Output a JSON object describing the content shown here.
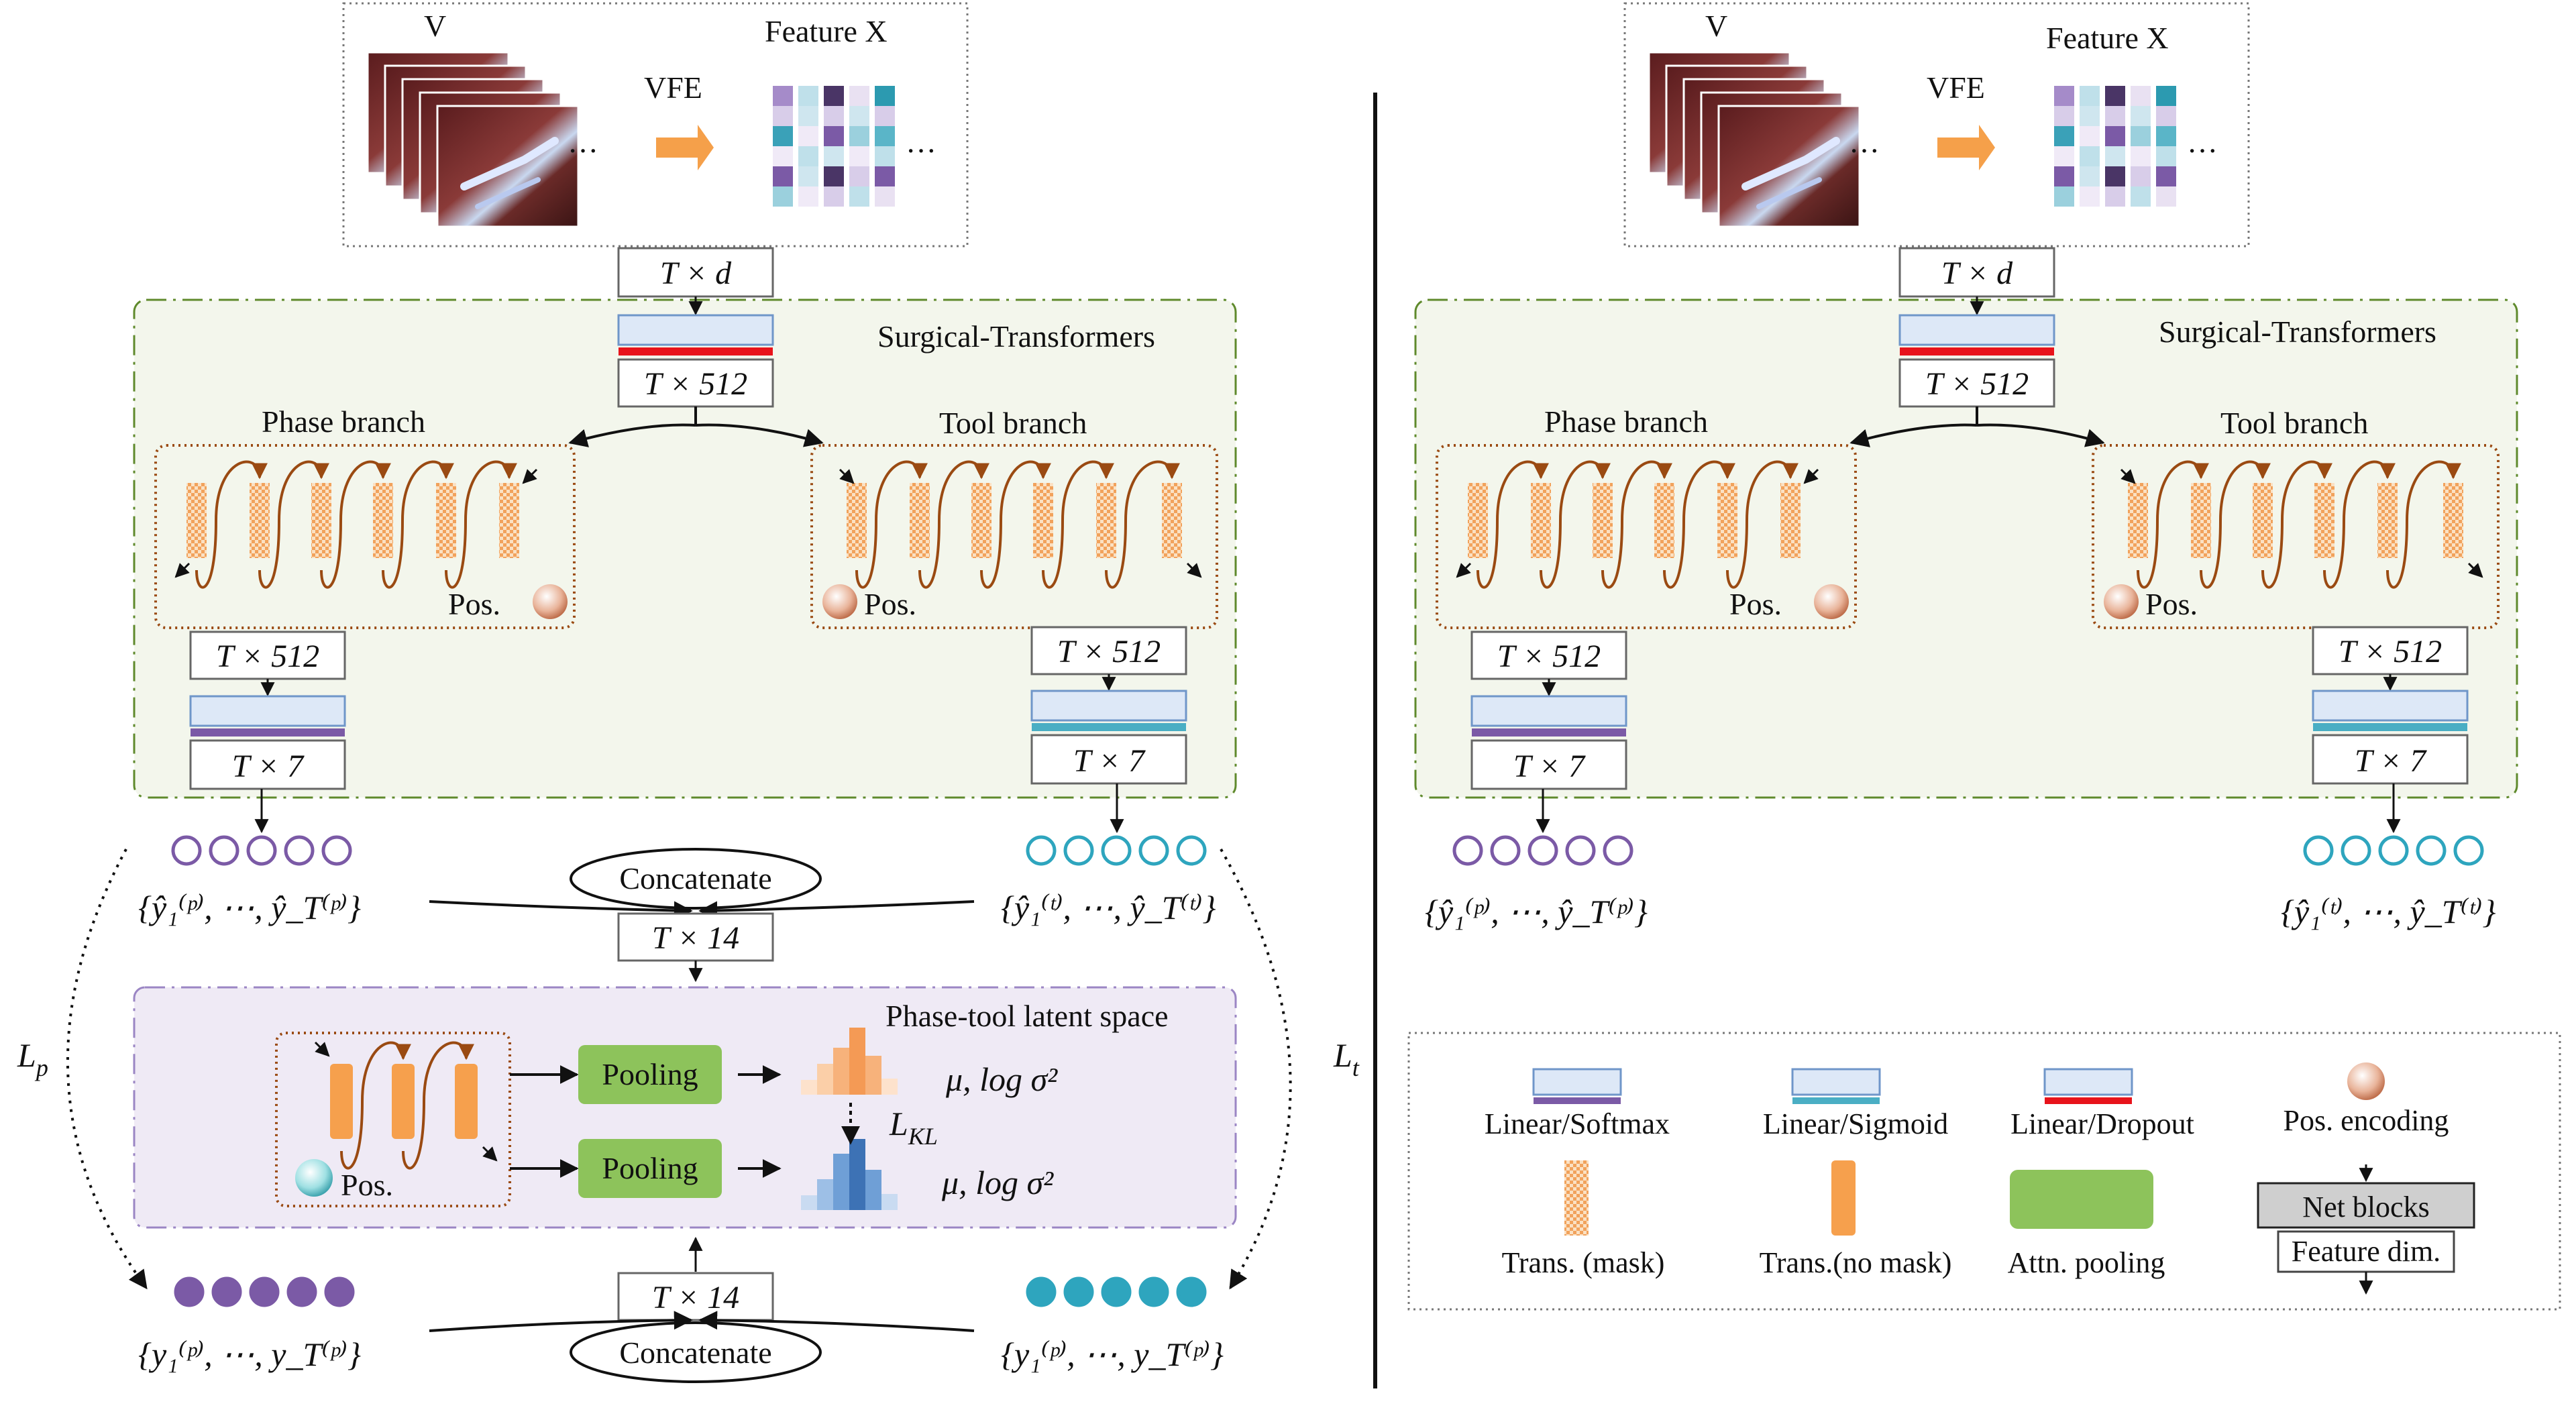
{
  "labels": {
    "v": "V",
    "feature_x": "Feature X",
    "vfe": "VFE",
    "ellipsis": "···",
    "surgical_transformers": "Surgical-Transformers",
    "phase_branch": "Phase branch",
    "tool_branch": "Tool branch",
    "pos": "Pos.",
    "concatenate": "Concatenate",
    "latent_space": "Phase-tool latent space",
    "pooling": "Pooling",
    "mu_logsigma": "μ, log σ²",
    "l_kl": "L",
    "l_kl_sub": "KL",
    "l_p": "L",
    "l_p_sub": "p",
    "l_t": "L",
    "l_t_sub": "t"
  },
  "dims": {
    "t_d": "T × d",
    "t_512": "T × 512",
    "t_7": "T × 7",
    "t_14": "T × 14"
  },
  "sets": {
    "y_hat_p": "{ŷ₁⁽ᵖ⁾, ⋯, ŷ_T⁽ᵖ⁾}",
    "y_hat_t": "{ŷ₁⁽ᵗ⁾, ⋯, ŷ_T⁽ᵗ⁾}",
    "y_p": "{y₁⁽ᵖ⁾, ⋯, y_T⁽ᵖ⁾}"
  },
  "legend": {
    "linear_softmax": "Linear/Softmax",
    "linear_sigmoid": "Linear/Sigmoid",
    "linear_dropout": "Linear/Dropout",
    "pos_encoding": "Pos. encoding",
    "trans_mask": "Trans. (mask)",
    "trans_no_mask": "Trans.(no mask)",
    "attn_pooling": "Attn. pooling",
    "net_blocks": "Net blocks",
    "feature_dim": "Feature dim."
  },
  "colors": {
    "softmax": "#7b5aa6",
    "sigmoid": "#4aaec4",
    "dropout": "#e8131b",
    "linear_fill": "#dde8f7",
    "linear_stroke": "#6f96c9",
    "trans": "#f6a04d",
    "pooling": "#8dc35b",
    "panel_green_fill": "#f3f6ec",
    "panel_green_stroke": "#5f8a2c",
    "panel_purple_fill": "#efeaf5",
    "panel_purple_stroke": "#9b86c4",
    "brown": "#9a4a12",
    "circle_purple": "#7b5aa6",
    "circle_cyan": "#2ea5be"
  }
}
